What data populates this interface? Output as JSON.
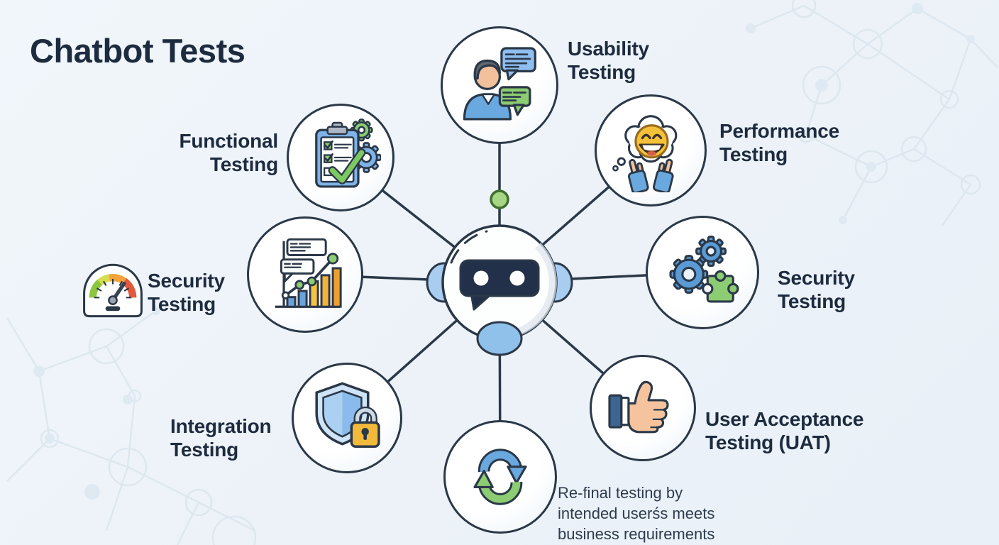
{
  "title": "Chatbot Tests",
  "colors": {
    "background": "#ecf2f8",
    "outline": "#2b3848",
    "text": "#1d2b3f",
    "connector_dot_green": "#a6d785",
    "accent_blue": "#6aa9e0",
    "accent_light_blue": "#a9cdf0",
    "accent_green": "#8ccc72",
    "accent_orange": "#f0a832",
    "accent_yellow": "#f6c13a",
    "robot_bubble_navy": "#22304a"
  },
  "center": {
    "icon": "chatbot-face-icon"
  },
  "nodes": {
    "usability": {
      "label": "Usability\nTesting",
      "icon": "user-chat-bubbles-icon"
    },
    "performance": {
      "label": "Performance\nTesting",
      "icon": "smiley-feedback-icon"
    },
    "security_right": {
      "label": "Security\nTesting",
      "icon": "gears-puzzle-icon"
    },
    "uat": {
      "label": "User Acceptance\nTesting (UAT)",
      "icon": "thumbs-up-icon",
      "note": "Re-final testing by\nintended userśs meets\nbusiness requirements"
    },
    "regression": {
      "icon": "cycle-arrows-icon"
    },
    "integration": {
      "label": "Integration\nTesting",
      "icon": "shield-lock-icon"
    },
    "security_left": {
      "label": "Security\nTesting",
      "icon": "bar-chart-trend-icon",
      "badge_icon": "speedometer-icon"
    },
    "functional": {
      "label": "Functional\nTesting",
      "icon": "checklist-gears-icon"
    }
  }
}
